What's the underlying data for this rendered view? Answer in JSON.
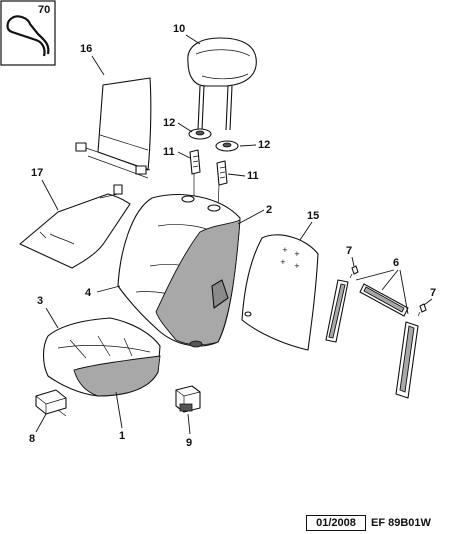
{
  "callouts": {
    "p70": "70",
    "p10": "10",
    "p16": "16",
    "p12a": "12",
    "p12b": "12",
    "p11a": "11",
    "p11b": "11",
    "p17": "17",
    "p2": "2",
    "p15": "15",
    "p4": "4",
    "p7a": "7",
    "p7b": "7",
    "p6": "6",
    "p3": "3",
    "p8": "8",
    "p1": "1",
    "p9": "9"
  },
  "footer": {
    "date": "01/2008",
    "reference": "EF 89B01W"
  }
}
